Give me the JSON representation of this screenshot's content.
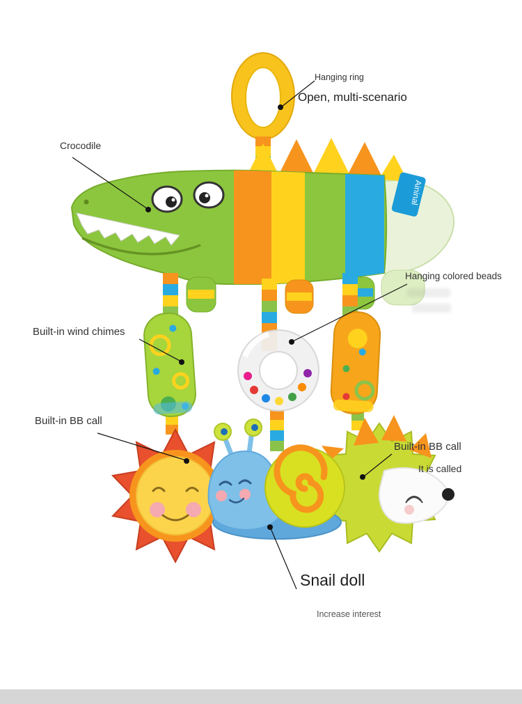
{
  "annotations": {
    "hanging_ring": "Hanging ring",
    "open_multi_scenario": "Open, multi-scenario",
    "crocodile": "Crocodile",
    "hanging_colored_beads": "Hanging colored beads",
    "built_in_wind_chimes": "Built-in wind chimes",
    "built_in_bb_call_left": "Built-in BB call",
    "built_in_bb_call_right": "Built-in BB call",
    "it_is_called": "It is called",
    "snail_doll": "Snail doll",
    "increase_interest": "Increase interest"
  },
  "product": {
    "brand_tag": "Aininal",
    "colors": {
      "crocodile_green": "#8CC63E",
      "stripe_orange": "#F7941D",
      "stripe_yellow": "#FFD21E",
      "stripe_blue": "#29ABE2",
      "ring_yellow": "#F8C31C",
      "sun_red": "#E8502E",
      "snail_blue": "#7FC0E8",
      "shell_yellow_green": "#D9E021",
      "hedgehog_green": "#C9DA35",
      "tag_blue": "#1B9CD8"
    }
  }
}
